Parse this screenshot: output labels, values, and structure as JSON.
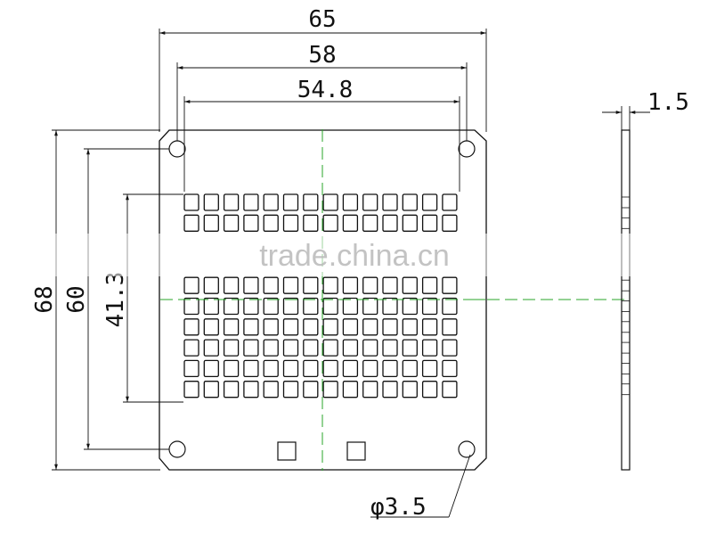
{
  "dimensions": {
    "overall_width": "65",
    "hole_pitch_x": "58",
    "grid_width": "54.8",
    "overall_height": "68",
    "hole_pitch_y": "60",
    "grid_height": "41.3",
    "thickness": "1.5",
    "hole_diameter": "φ3.5"
  },
  "grid": {
    "columns": 14,
    "rows": 10,
    "hidden_rows": [
      2,
      3
    ]
  },
  "watermark": {
    "text": "trade.china.cn"
  },
  "colors": {
    "line": "#111111",
    "centerline": "#2aa52a",
    "watermark": "#b8b8b8"
  }
}
